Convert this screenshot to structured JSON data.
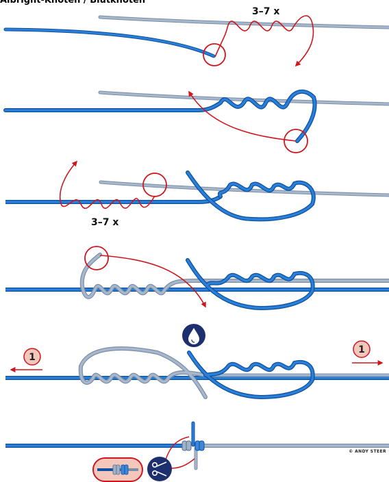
{
  "header": {
    "title": "Albright-Knoten / Blutknoten"
  },
  "labels": {
    "wraps_step1": "3–7 x",
    "wraps_step3": "3–7 x"
  },
  "steps": {
    "pull_left": "1",
    "pull_right": "1"
  },
  "credit": "© ANDY STEER",
  "icons": {
    "moisten": "water-drop-icon",
    "trim": "scissors-icon",
    "finished": "finished-knot-icon"
  },
  "colors": {
    "line_dark": "#1a6bc6",
    "line_light": "#a8b8cc",
    "arrow": "#d0151c",
    "badge_fill": "#f4c7bd",
    "icon_navy": "#1d2f6f"
  }
}
